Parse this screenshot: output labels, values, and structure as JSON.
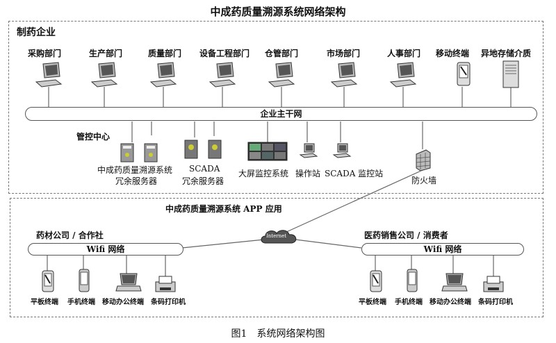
{
  "title": "中成药质量溯源系统网络架构",
  "enterprise": {
    "label": "制药企业",
    "departments": [
      "采购部门",
      "生产部门",
      "质量部门",
      "设备工程部门",
      "仓管部门",
      "市场部门",
      "人事部门",
      "移动终端",
      "异地存储介质"
    ],
    "backbone": "企业主干网",
    "control_center": "管控中心",
    "servers": {
      "trace_line1": "中成药质量溯源系统",
      "trace_line2": "冗余服务器",
      "scada_line1": "SCADA",
      "scada_line2": "冗余服务器"
    },
    "large_screen": "大屏监控系统",
    "operator": "操作站",
    "scada_station": "SCADA 监控站",
    "firewall": "防火墙"
  },
  "app": {
    "label": "中成药质量溯源系统 APP 应用",
    "internet": "Internet",
    "left": {
      "title": "药材公司 / 合作社",
      "wifi": "Wifi 网络",
      "devices": [
        "平板终端",
        "手机终端",
        "移动办公终端",
        "条码打印机"
      ]
    },
    "right": {
      "title": "医药销售公司 / 消费者",
      "wifi": "Wifi 网络",
      "devices": [
        "平板终端",
        "手机终端",
        "移动办公终端",
        "条码打印机"
      ]
    }
  },
  "caption": "图1　系统网络架构图"
}
